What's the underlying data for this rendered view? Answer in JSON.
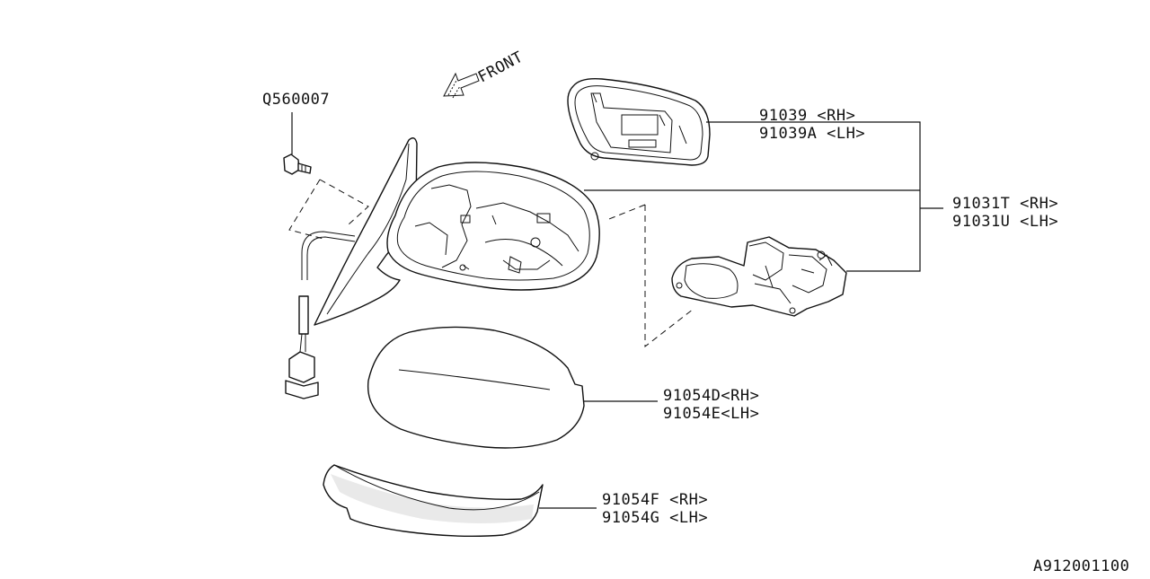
{
  "front_arrow": {
    "label": "FRONT",
    "icon": "front-direction-arrow-icon"
  },
  "labels": {
    "screw": "Q560007",
    "mirror_glass_rh": "91039   <RH>",
    "mirror_glass_lh": "91039A <LH>",
    "mirror_assy_rh": "91031T <RH>",
    "mirror_assy_lh": "91031U <LH>",
    "cover_rh": "91054D<RH>",
    "cover_lh": "91054E<LH>",
    "garnish_rh": "91054F <RH>",
    "garnish_lh": "91054G <LH>",
    "diagram_id": "A912001100"
  }
}
